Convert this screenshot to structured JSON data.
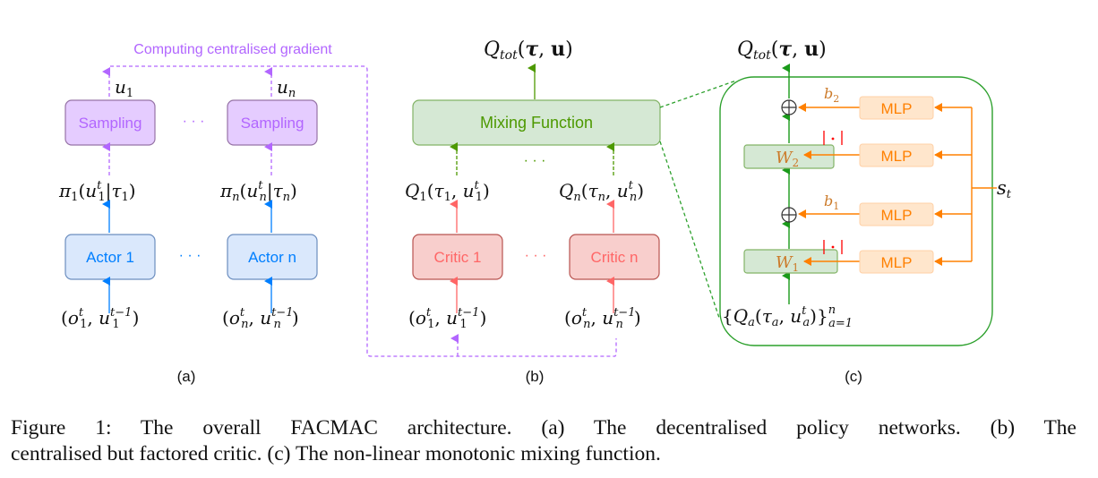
{
  "panels": {
    "a": {
      "label": "(a)",
      "gradient_label": "Computing centralised gradient",
      "sampling_boxes": [
        "Sampling",
        "Sampling"
      ],
      "actor_boxes": [
        "Actor 1",
        "Actor n"
      ],
      "actions": [
        "u1",
        "un"
      ],
      "policies": [
        "π1(u1t|τ1)",
        "πn(unt|τn)"
      ],
      "inputs": [
        "(o1t, u1t−1)",
        "(ont, unt−1)"
      ],
      "ellipsis": "· · ·"
    },
    "b": {
      "label": "(b)",
      "output": "Qtot(τ, u)",
      "mixing_box": "Mixing Function",
      "critic_boxes": [
        "Critic 1",
        "Critic n"
      ],
      "q_values": [
        "Q1(τ1, u1t)",
        "Qn(τn, unt)"
      ],
      "inputs": [
        "(o1t, u1t−1)",
        "(ont, unt−1)"
      ],
      "ellipsis": "· · ·"
    },
    "c": {
      "label": "(c)",
      "output": "Qtot(τ, u)",
      "weights": [
        "W2",
        "W1"
      ],
      "biases": [
        "b2",
        "b1"
      ],
      "abs_label": "|·|",
      "mlp_boxes": [
        "MLP",
        "MLP",
        "MLP",
        "MLP"
      ],
      "state": "st",
      "input": "{Qa(τa, uat)}a=1n"
    }
  },
  "colors": {
    "purple": "#b266ff",
    "purple_fill": "#e5ccff",
    "purple_stroke": "#9673a6",
    "blue": "#007fff",
    "blue_fill": "#dae8fc",
    "blue_stroke": "#6c8ebf",
    "green": "#4d9900",
    "green_line": "#2ca02c",
    "green_fill": "#d5e8d4",
    "green_stroke": "#82b366",
    "red": "#ff6666",
    "red_fill": "#f8cecc",
    "red_stroke": "#b85450",
    "orange": "#ff8000",
    "orange_fill": "#ffe6cc",
    "abs_red": "#ff0000"
  },
  "caption": {
    "line1": "Figure 1: The overall FACMAC architecture. (a) The decentralised policy networks. (b) The",
    "line2": "centralised but factored critic. (c) The non-linear monotonic mixing function."
  }
}
